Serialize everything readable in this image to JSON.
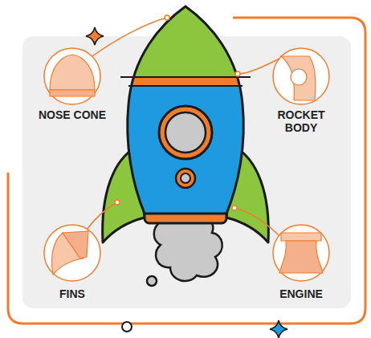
{
  "diagram": {
    "labels": [
      "NOSE CONE",
      "ROCKET BODY",
      "FINS",
      "ENGINE"
    ]
  }
}
